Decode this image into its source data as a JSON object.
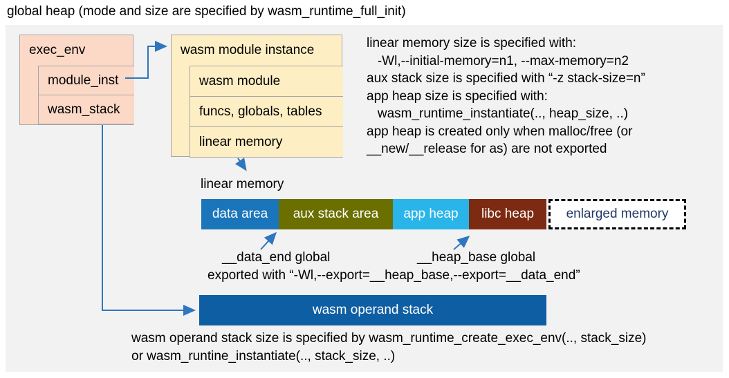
{
  "title": "global heap (mode and size are specified by wasm_runtime_full_init)",
  "exec_env": {
    "header": "exec_env",
    "rows": [
      "module_inst",
      "wasm_stack"
    ]
  },
  "module_instance": {
    "header": "wasm module instance",
    "rows": [
      "wasm module",
      "funcs, globals, tables",
      "linear memory"
    ]
  },
  "notes": {
    "lines": [
      "linear memory size is specified with:",
      "   -Wl,--initial-memory=n1, --max-memory=n2",
      "aux stack size is specified with “-z stack-size=n”",
      "app heap size is specified with:",
      "   wasm_runtime_instantiate(.., heap_size, ..)",
      "app heap is created only when malloc/free (or",
      "__new/__release for as) are not exported"
    ]
  },
  "linear_memory": {
    "label": "linear memory",
    "segments": [
      {
        "label": "data area",
        "color": "#1b75bb",
        "text_color": "#ffffff"
      },
      {
        "label": "aux stack area",
        "color": "#6a6f00",
        "text_color": "#ffffff"
      },
      {
        "label": "app heap",
        "color": "#29b5e9",
        "text_color": "#ffffff"
      },
      {
        "label": "libc heap",
        "color": "#7c2b12",
        "text_color": "#ffffff"
      },
      {
        "label": "enlarged memory",
        "color": "#ffffff",
        "text_color": "#1f3864",
        "border": "dashed"
      }
    ],
    "annotations": {
      "data_end": "__data_end global",
      "heap_base": "__heap_base global",
      "export_line": "exported with “-Wl,--export=__heap_base,--export=__data_end”"
    }
  },
  "operand_stack": {
    "label": "wasm operand stack",
    "note_line1": "wasm operand stack size is specified by wasm_runtime_create_exec_env(.., stack_size)",
    "note_line2": "or wasm_runtine_instantiate(.., stack_size, ..)"
  },
  "colors": {
    "panel_background": "#f2f2f2",
    "exec_env_fill": "#fbd9c6",
    "module_instance_fill": "#fdeec3",
    "box_border": "#a6a6a6",
    "arrow_blue": "#2e76bd",
    "operand_stack_fill": "#0e5ea3"
  }
}
